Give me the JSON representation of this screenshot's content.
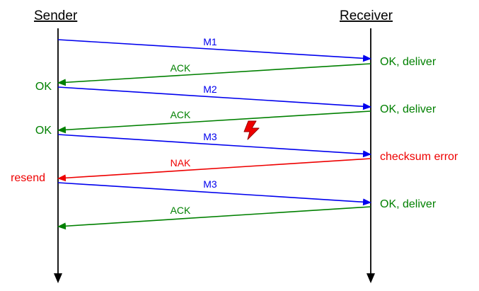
{
  "colors": {
    "data": "#0000ee",
    "ack": "#008000",
    "nak": "#ee0000",
    "lifeline": "#000000"
  },
  "participants": {
    "sender": "Sender",
    "receiver": "Receiver"
  },
  "messages": [
    {
      "label": "M1",
      "direction": "to-receiver",
      "kind": "data"
    },
    {
      "label": "ACK",
      "direction": "to-sender",
      "kind": "ack"
    },
    {
      "label": "M2",
      "direction": "to-receiver",
      "kind": "data"
    },
    {
      "label": "ACK",
      "direction": "to-sender",
      "kind": "ack"
    },
    {
      "label": "M3",
      "direction": "to-receiver",
      "kind": "data"
    },
    {
      "label": "NAK",
      "direction": "to-sender",
      "kind": "nak"
    },
    {
      "label": "M3",
      "direction": "to-receiver",
      "kind": "data"
    },
    {
      "label": "ACK",
      "direction": "to-sender",
      "kind": "ack"
    }
  ],
  "receiver_notes": [
    "OK, deliver",
    "OK, deliver",
    "checksum error",
    "OK, deliver"
  ],
  "sender_notes": [
    "OK",
    "OK",
    "resend"
  ],
  "error_marker": {
    "icon": "lightning-bolt-icon",
    "color": "#ee0000"
  }
}
